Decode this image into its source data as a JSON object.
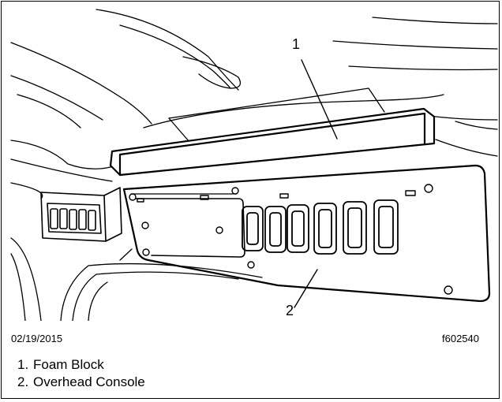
{
  "figure": {
    "callouts": [
      {
        "label": "1",
        "target": "Foam Block"
      },
      {
        "label": "2",
        "target": "Overhead Console"
      }
    ],
    "date": "02/19/2015",
    "figure_id": "f602540",
    "legend": [
      {
        "number": "1.",
        "text": "Foam Block"
      },
      {
        "number": "2.",
        "text": "Overhead Console"
      }
    ]
  }
}
